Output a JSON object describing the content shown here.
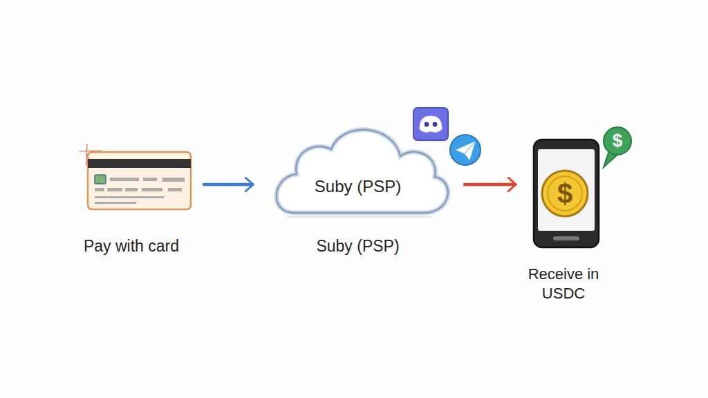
{
  "diagram": {
    "nodes": [
      {
        "text": [
          "Pay with card"
        ]
      },
      {
        "text": [
          "Suby (PSP)",
          "Suby (PSP)"
        ]
      },
      {
        "text": [
          "Receive in USDC"
        ]
      }
    ],
    "edges": [
      {
        "from": 0,
        "to": 1,
        "arrow": "to"
      },
      {
        "from": 1,
        "to": 2,
        "arrow": "to"
      }
    ],
    "labels": [
      "$",
      "$"
    ]
  }
}
